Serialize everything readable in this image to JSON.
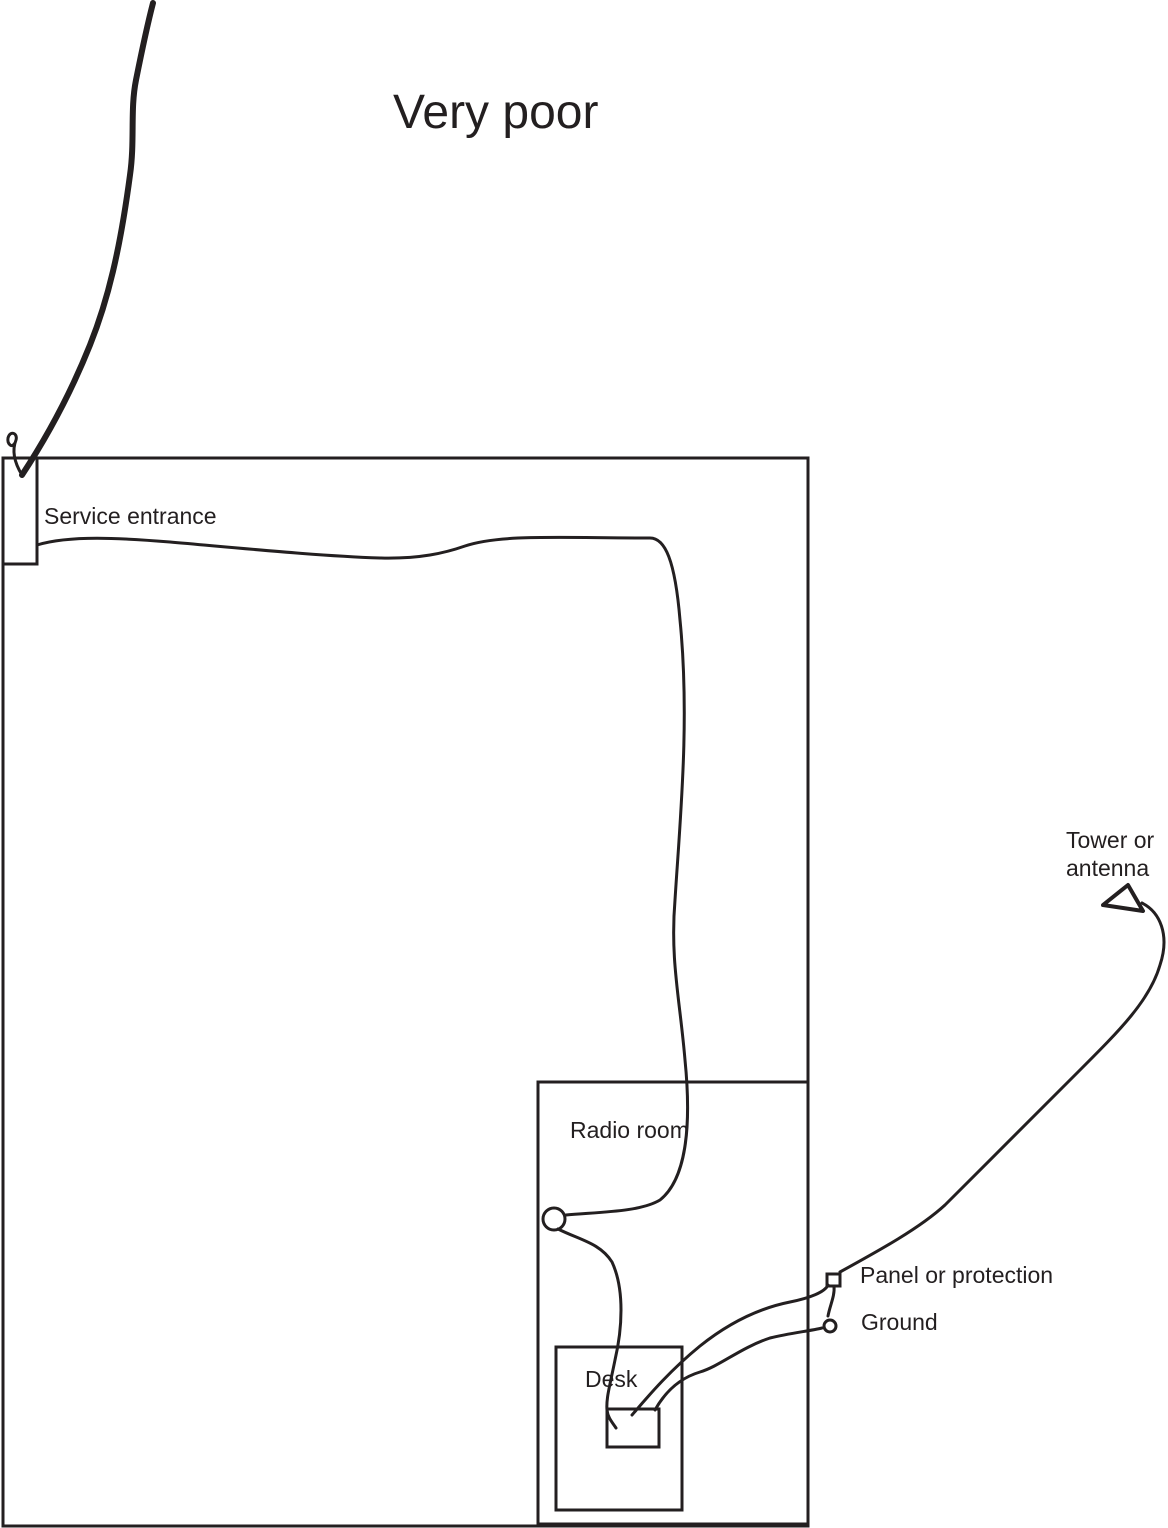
{
  "title": "Very poor",
  "labels": {
    "service_entrance": "Service entrance",
    "radio_room": "Radio room",
    "desk": "Desk",
    "panel": "Panel or protection",
    "ground": "Ground",
    "tower_line1": "Tower or",
    "tower_line2": "antenna"
  },
  "colors": {
    "ink": "#231f20",
    "background": "#ffffff"
  }
}
